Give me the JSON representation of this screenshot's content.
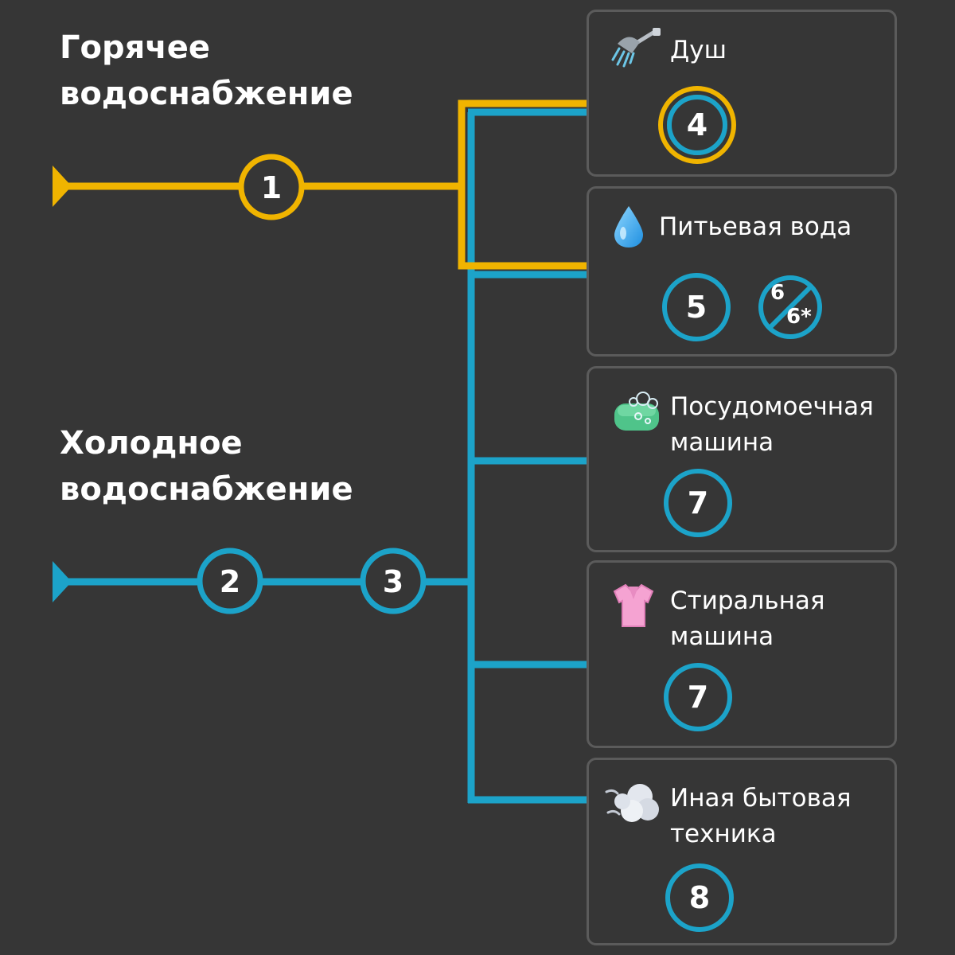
{
  "headings": {
    "hot": "Горячее водоснабжение",
    "cold": "Холодное водоснабжение"
  },
  "colors": {
    "background": "#363636",
    "hot_line": "#f0b400",
    "cold_line": "#1ca3c9",
    "card_border": "#5b5b5b",
    "text": "#ffffff"
  },
  "supply_nodes": {
    "hot": [
      "1"
    ],
    "cold": [
      "2",
      "3"
    ]
  },
  "consumers": [
    {
      "id": "shower",
      "label": "Душ",
      "icon": "shower-icon",
      "supply": "hot+cold",
      "badges": [
        "4"
      ]
    },
    {
      "id": "drinking",
      "label": "Питьевая вода",
      "icon": "water-drop-icon",
      "supply": "hot+cold",
      "badges": [
        "5"
      ],
      "crossed_badge": {
        "top": "6",
        "bottom": "6*"
      }
    },
    {
      "id": "dishwasher",
      "label": "Посудомоечная машина",
      "icon": "soap-icon",
      "supply": "cold",
      "badges": [
        "7"
      ]
    },
    {
      "id": "washer",
      "label": "Стиральная машина",
      "icon": "shirt-icon",
      "supply": "cold",
      "badges": [
        "7"
      ]
    },
    {
      "id": "other",
      "label": "Иная бытовая техника",
      "icon": "steam-icon",
      "supply": "cold",
      "badges": [
        "8"
      ]
    }
  ]
}
